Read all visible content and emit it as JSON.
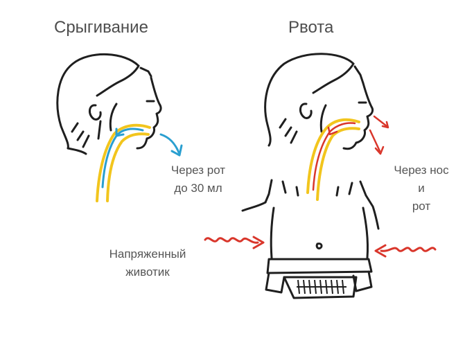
{
  "titles": {
    "left": "Срыгивание",
    "right": "Рвота"
  },
  "notes": {
    "mouth_line1": "Через рот",
    "mouth_line2": "до 30 мл",
    "nose_line1": "Через нос",
    "nose_line2": "и",
    "nose_line3": "рот",
    "tummy_line1": "Напряженный",
    "tummy_line2": "животик"
  },
  "colors": {
    "ink": "#1f1f1f",
    "esophagus": "#f2c51d",
    "regurgitation_arrow": "#2a9fd0",
    "vomit_arrow": "#d9362b"
  }
}
